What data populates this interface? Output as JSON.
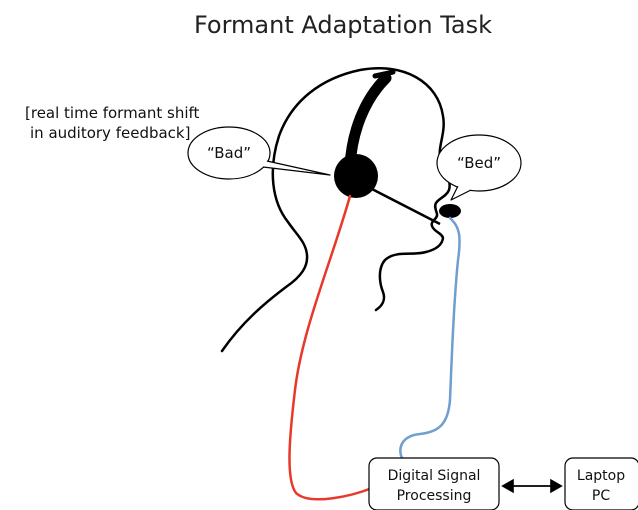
{
  "diagram": {
    "title": "Formant Adaptation Task",
    "annotation": {
      "line1": "[real time formant shift",
      "line2": "in auditory feedback]"
    },
    "heard_bubble": "“Bad”",
    "spoken_bubble": "“Bed”",
    "dsp_box": {
      "line1": "Digital Signal",
      "line2": "Processing"
    },
    "laptop_box": {
      "line1": "Laptop",
      "line2": "PC"
    }
  },
  "colors": {
    "headphone_cable": "#e8382a",
    "microphone_cable": "#6f9fd0",
    "outline": "#000000"
  }
}
